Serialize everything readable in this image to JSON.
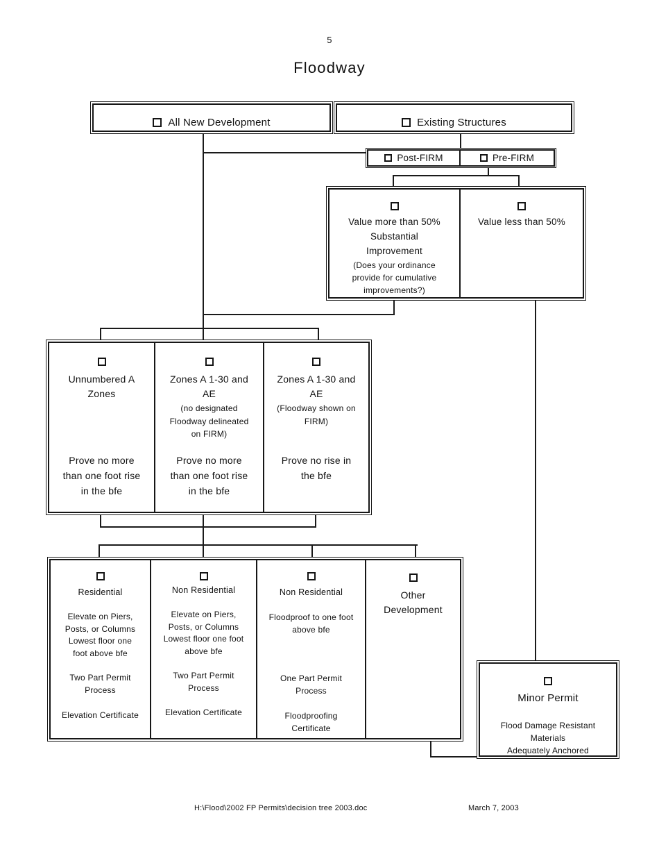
{
  "page": {
    "number": "5",
    "title": "Floodway"
  },
  "colors": {
    "ink": "#111111",
    "paper": "#ffffff"
  },
  "top_row": {
    "all_new_development": "All New Development",
    "existing_structures": "Existing Structures"
  },
  "firm": {
    "post": "Post-FIRM",
    "pre": "Pre-FIRM"
  },
  "value": {
    "more": {
      "main": [
        "Value more than 50%",
        "Substantial",
        "Improvement"
      ],
      "note": [
        "(Does your ordinance",
        "provide for cumulative",
        "improvements?)"
      ]
    },
    "less": {
      "main": [
        "Value less than 50%"
      ]
    }
  },
  "zones": [
    {
      "title": [
        "Unnumbered A",
        "Zones"
      ],
      "note": [],
      "action": [
        "Prove no more",
        "than one foot rise",
        "in the bfe"
      ]
    },
    {
      "title": [
        "Zones A 1-30 and",
        "AE"
      ],
      "note": [
        "(no designated",
        "Floodway delineated",
        "on FIRM)"
      ],
      "action": [
        "Prove no more",
        "than one foot rise",
        "in the bfe"
      ]
    },
    {
      "title": [
        "Zones A 1-30 and",
        "AE"
      ],
      "note": [
        "(Floodway shown on",
        "FIRM)"
      ],
      "action": [
        "Prove no rise in",
        "the bfe"
      ]
    }
  ],
  "outcomes": [
    {
      "title": [
        "Residential"
      ],
      "p1": [
        "Elevate on Piers,",
        "Posts, or Columns",
        "Lowest floor one",
        "foot above bfe"
      ],
      "p2": [
        "Two Part Permit",
        "Process"
      ],
      "p3": [
        "Elevation Certificate"
      ]
    },
    {
      "title": [
        "Non Residential"
      ],
      "p1": [
        "Elevate on Piers,",
        "Posts, or Columns",
        "Lowest floor one foot",
        "above bfe"
      ],
      "p2": [
        "Two Part Permit",
        "Process"
      ],
      "p3": [
        "Elevation Certificate"
      ]
    },
    {
      "title": [
        "Non Residential"
      ],
      "p1": [
        "Floodproof to one foot",
        "above bfe"
      ],
      "p2": [
        "One Part Permit",
        "Process"
      ],
      "p3": [
        "Floodproofing",
        "Certificate"
      ]
    },
    {
      "title": [
        "Other",
        "Development"
      ]
    }
  ],
  "minor_permit": {
    "title": "Minor Permit",
    "body": [
      "Flood Damage Resistant",
      "Materials",
      "Adequately Anchored"
    ]
  },
  "footer": {
    "path": "H:\\Flood\\2002 FP Permits\\decision tree 2003.doc",
    "date": "March 7, 2003"
  }
}
